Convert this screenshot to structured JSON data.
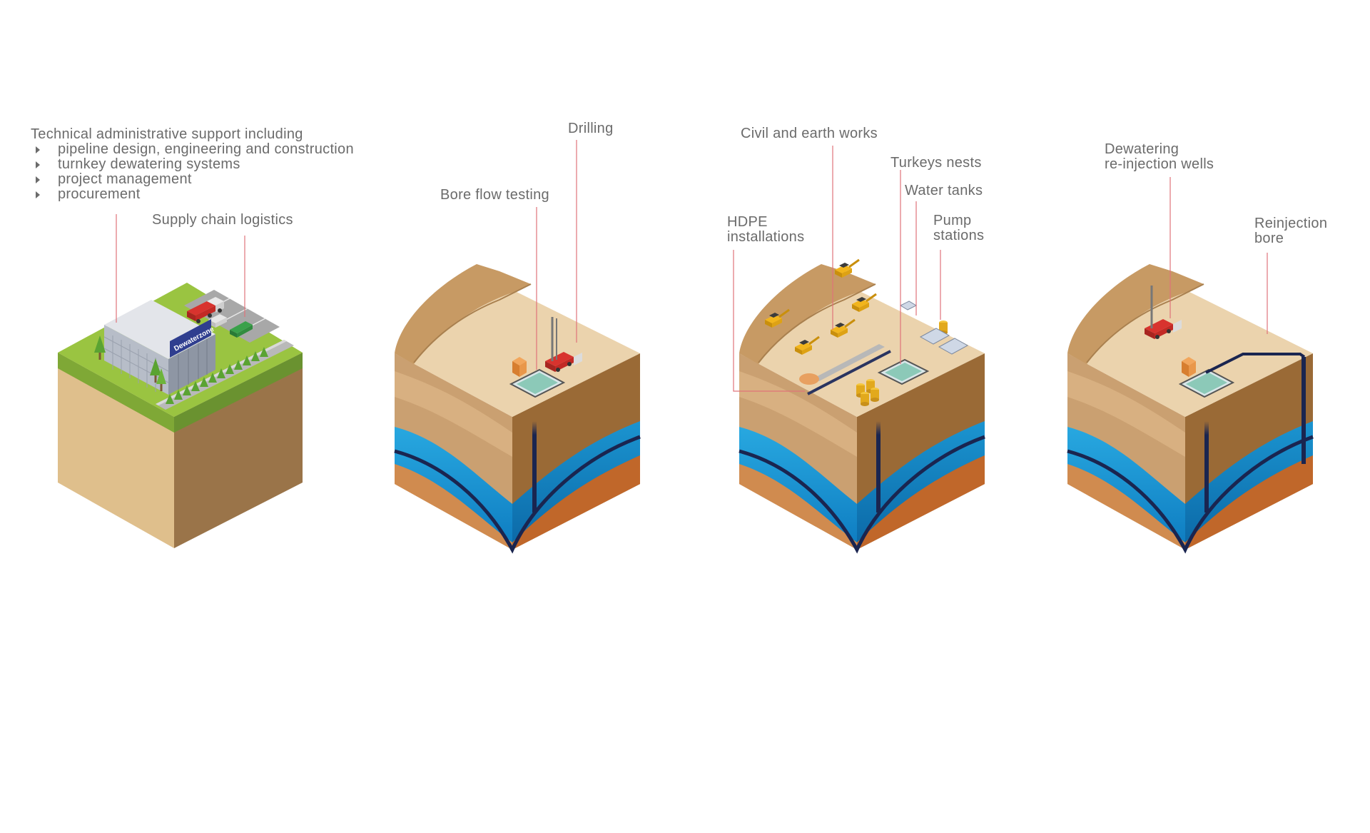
{
  "labels": {
    "support_title": "Technical administrative support including",
    "support_items": [
      "pipeline design, engineering and construction",
      "turnkey dewatering systems",
      "project management",
      "procurement"
    ],
    "supply_chain": "Supply chain logistics",
    "drilling": "Drilling",
    "bore_flow": "Bore flow testing",
    "civil": "Civil and earth works",
    "turkeys": "Turkeys nests",
    "water_tanks": "Water tanks",
    "pump_1": "Pump",
    "pump_2": "stations",
    "hdpe_1": "HDPE",
    "hdpe_2": "installations",
    "dewater_1": "Dewatering",
    "dewater_2": "re-injection wells",
    "reinjection_1": "Reinjection",
    "reinjection_2": "bore"
  },
  "building_sign": "Dewaterzone",
  "colors": {
    "leader_line": "#e0737a",
    "grass_top": "#9ac441",
    "grass_side_l": "#7fa836",
    "grass_side_r": "#6a9230",
    "soil_l": "#dfbf8c",
    "soil_r": "#9a7449",
    "ground_top": "#ebd3ad",
    "water": "#1b9ad6",
    "water_dark": "#0f6fb0",
    "pipe": "#1a2550"
  }
}
